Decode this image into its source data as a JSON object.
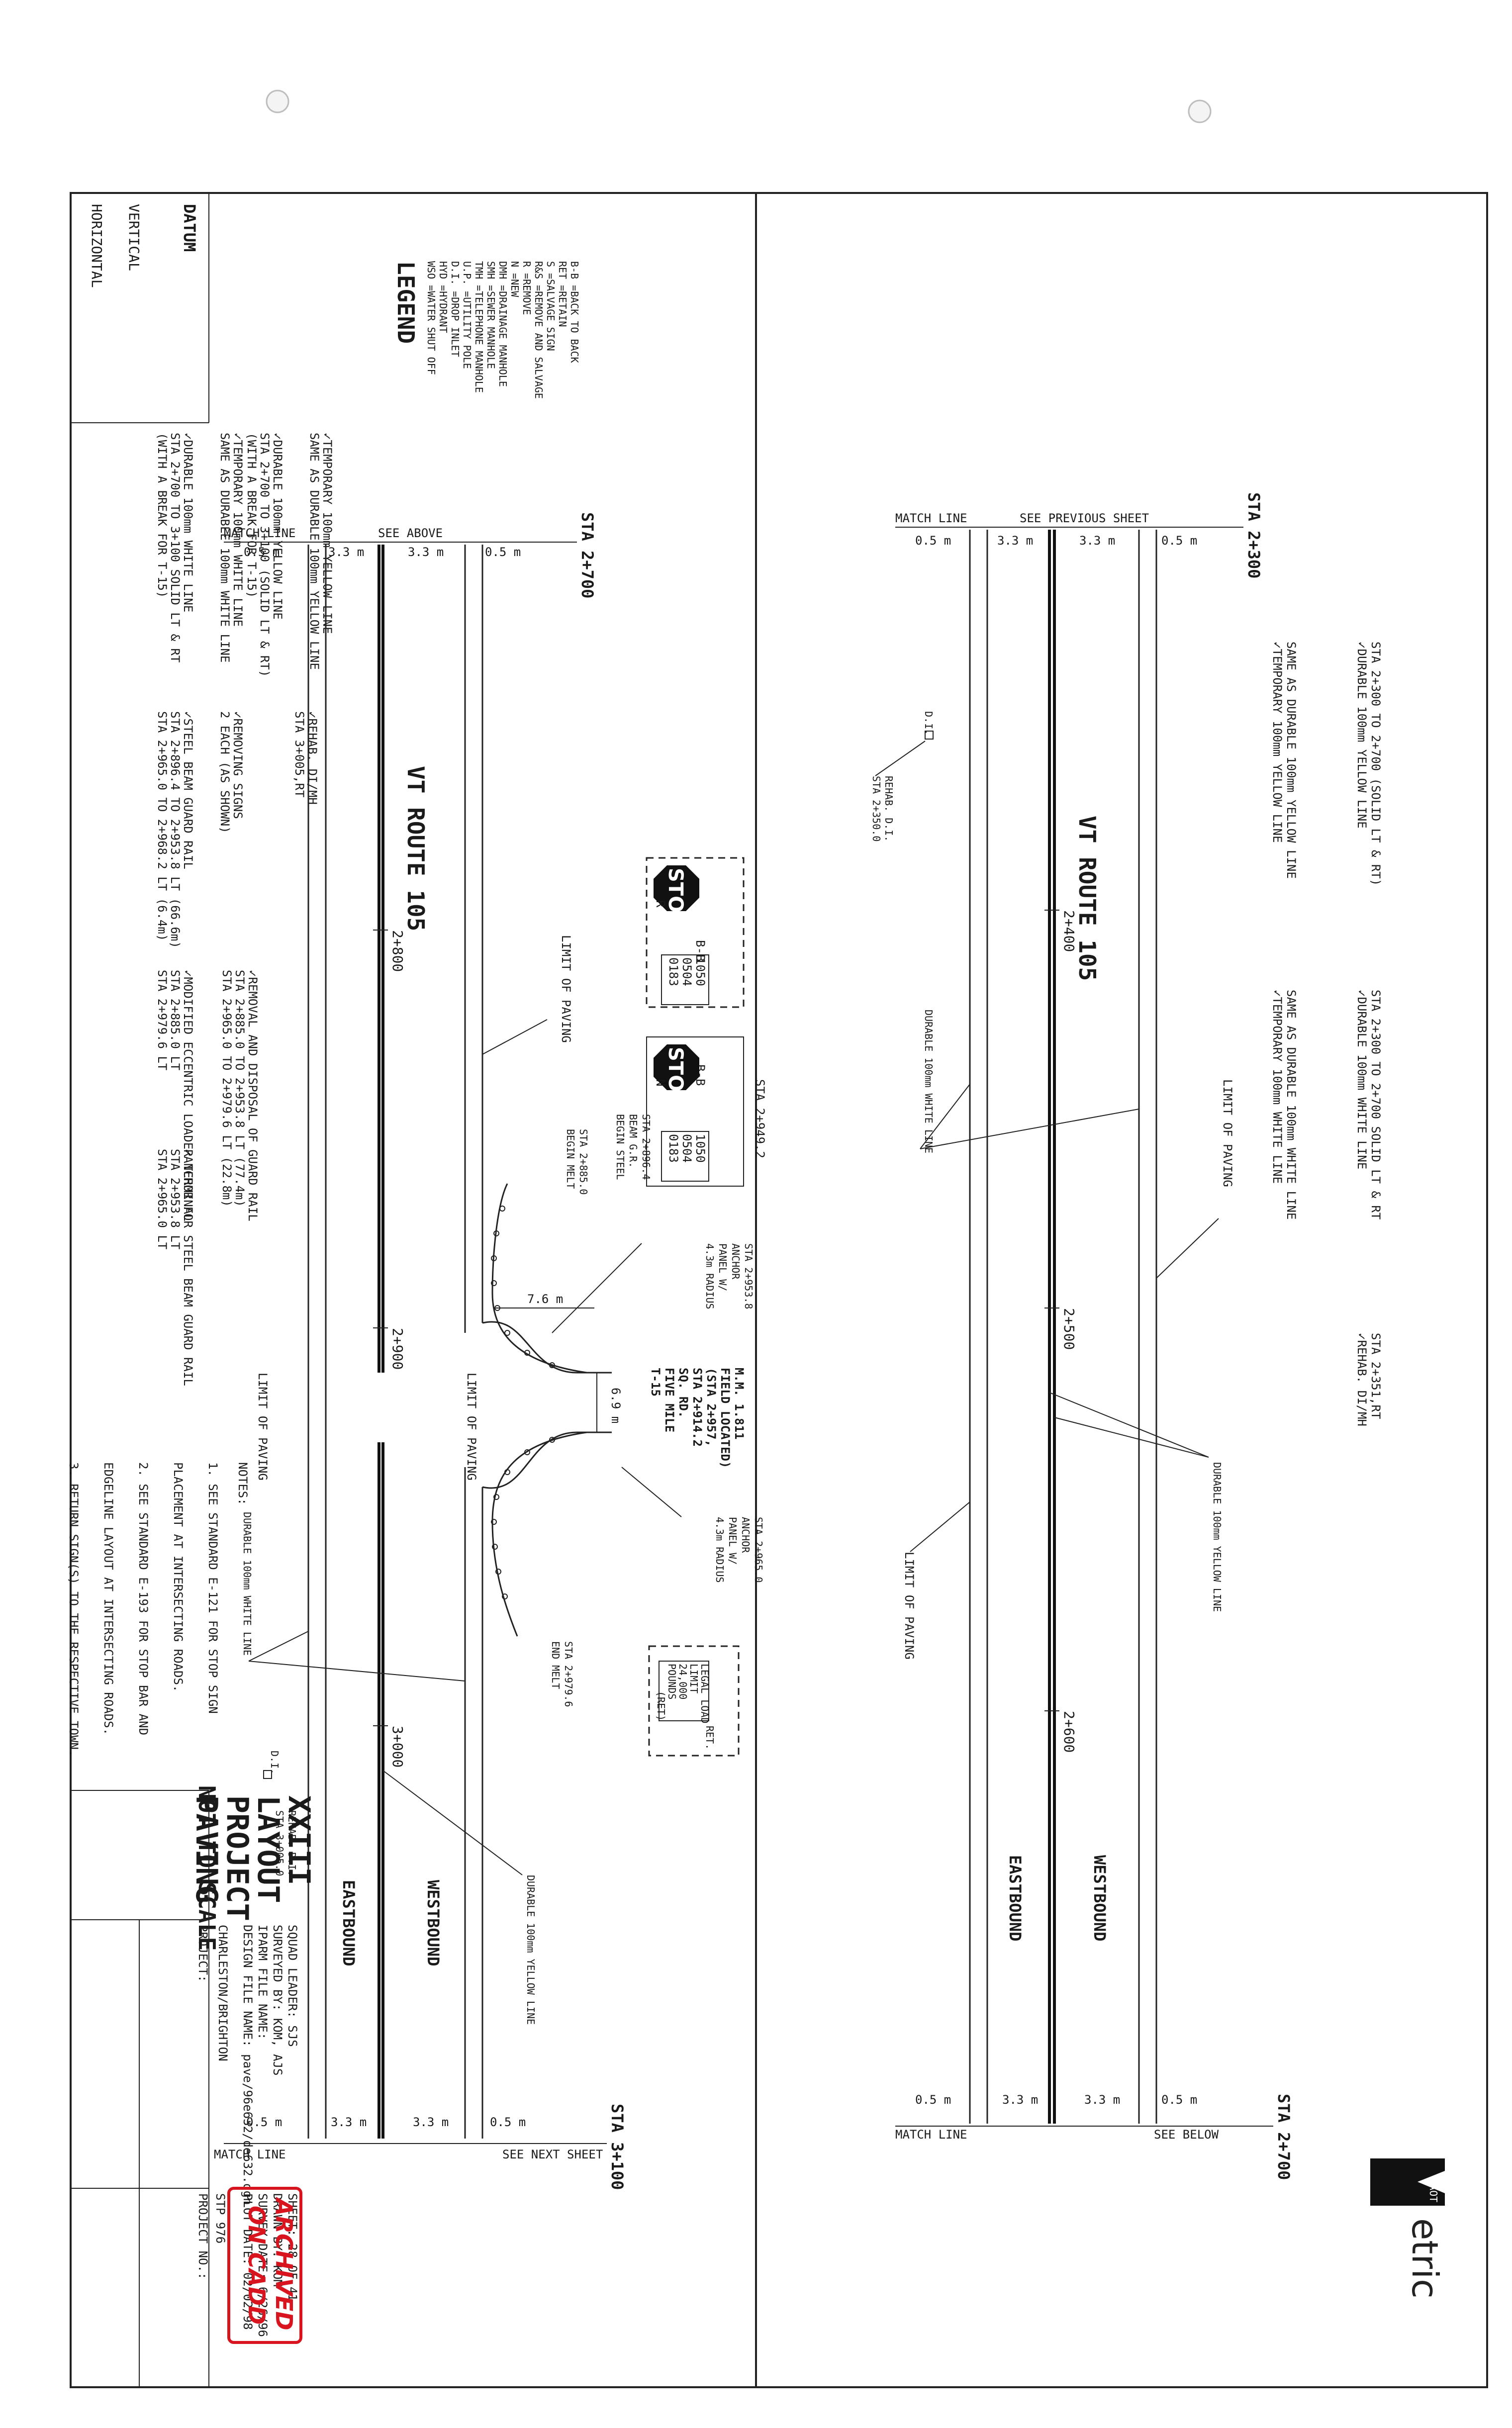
{
  "legend": {
    "title": "LEGEND",
    "items": [
      "WSO =WATER SHUT OFF",
      "HYD =HYDRANT",
      "D.I. =DROP INLET",
      "U.P. =UTILITY POLE",
      "TMH =TELEPHONE MANHOLE",
      "SMH =SEWER MANHOLE",
      "DMH =DRAINAGE MANHOLE",
      "N =NEW",
      "R =REMOVE",
      "R&S =REMOVE AND SALVAGE",
      "S =SALVAGE SIGN",
      "RET =RETAIN",
      "B-B =BACK TO BACK"
    ]
  },
  "datum": {
    "title": "DATUM",
    "vertical": "VERTICAL",
    "horizontal": "HORIZONTAL"
  },
  "upper_plan": {
    "sta_start": "STA 2+300",
    "sta_end": "STA 2+700",
    "match_line": "MATCH LINE",
    "see_previous": "SEE PREVIOUS SHEET",
    "see_below": "SEE BELOW",
    "route": "VT ROUTE 105",
    "eastbound": "EASTBOUND",
    "westbound": "WESTBOUND",
    "dims": [
      "0.5 m",
      "3.3 m",
      "3.3 m",
      "0.5 m"
    ],
    "stations": [
      "2+400",
      "2+500",
      "2+600"
    ],
    "notes": [
      {
        "title": "DURABLE 100mm YELLOW LINE",
        "line": "STA 2+300 TO 2+700 (SOLID LT & RT)"
      },
      {
        "title": "TEMPORARY 100mm YELLOW LINE",
        "line": "SAME AS DURABLE 100mm YELLOW LINE"
      },
      {
        "title": "DURABLE 100mm WHITE LINE",
        "line": "STA 2+300 TO 2+700 SOLID LT & RT"
      },
      {
        "title": "TEMPORARY 100mm WHITE LINE",
        "line": "SAME AS DURABLE 100mm WHITE LINE"
      },
      {
        "title": "REHAB. DI/MH",
        "line": "STA 2+351,RT"
      }
    ],
    "labels": {
      "di": "D.I.",
      "rehab": "REHAB. D.I.",
      "rehab_sta": "STA 2+350.0",
      "limit_paving": "LIMIT OF PAVING",
      "durable_white": "DURABLE 100mm WHITE LINE",
      "durable_yellow": "DURABLE 100mm YELLOW LINE"
    }
  },
  "lower_plan": {
    "sta_start": "STA 2+700",
    "sta_end": "STA 3+100",
    "match_line": "MATCH LINE",
    "see_above": "SEE ABOVE",
    "see_next": "SEE NEXT SHEET",
    "route": "VT ROUTE 105",
    "eastbound": "EASTBOUND",
    "westbound": "WESTBOUND",
    "dims": [
      "0.5 m",
      "3.3 m",
      "3.3 m",
      "0.5 m"
    ],
    "stations": [
      "2+800",
      "2+900",
      "3+000"
    ],
    "notes": [
      {
        "title": "DURABLE 100mm WHITE LINE",
        "lines": [
          "STA 2+700 TO 3+100 SOLID LT & RT",
          "(WITH A BREAK FOR T-15)"
        ]
      },
      {
        "title": "TEMPORARY 100mm WHITE LINE",
        "lines": [
          "SAME AS DURABLE 100mm WHITE LINE"
        ]
      },
      {
        "title": "DURABLE 100mm YELLOW LINE",
        "lines": [
          "STA 2+700 TO 3+100 (SOLID LT & RT)",
          "(WITH A BREAK FOR T-15)"
        ]
      },
      {
        "title": "TEMPORARY 100mm YELLOW LINE",
        "lines": [
          "SAME AS DURABLE 100mm YELLOW LINE"
        ]
      },
      {
        "title": "STEEL BEAM GUARD RAIL",
        "lines": [
          "STA 2+896.4 TO 2+953.8 LT (66.6m)",
          "STA 2+965.0 TO 2+968.2 LT (6.4m)"
        ]
      },
      {
        "title": "REMOVING SIGNS",
        "lines": [
          "2 EACH (AS SHOWN)"
        ]
      },
      {
        "title": "REHAB. DI/MH",
        "lines": [
          "STA 3+005,RT"
        ]
      },
      {
        "title": "MODIFIED ECCENTRIC LOADER TERMINAL",
        "lines": [
          "STA 2+885.0 LT",
          "STA 2+979.6 LT"
        ]
      },
      {
        "title": "REMOVAL AND DISPOSAL OF GUARD RAIL",
        "lines": [
          "STA 2+885.0 TO 2+953.8 LT (77.4m)",
          "STA 2+965.0 TO 2+979.6 LT (22.8m)"
        ]
      },
      {
        "title": "ANCHOR FOR STEEL BEAM GUARD RAIL",
        "lines": [
          "STA 2+953.8 LT",
          "STA 2+965.0 LT"
        ]
      }
    ],
    "general_notes": {
      "title": "NOTES:",
      "items": [
        "1. SEE STANDARD E-121 FOR STOP SIGN",
        "   PLACEMENT AT INTERSECTING ROADS.",
        "2. SEE STANDARD E-193 FOR STOP BAR AND",
        "   EDGELINE LAYOUT AT INTERSECTING ROADS.",
        "3. RETURN SIGN(S) TO THE RESPECTIVE TOWN."
      ]
    },
    "signs": {
      "sta": "STA 2+949.2",
      "bb": "B-B",
      "stop": "STOP",
      "r": "R",
      "n": "N",
      "plate_r": [
        "1050",
        "0504",
        "0183"
      ],
      "plate_n": [
        "1050",
        "0504",
        "0183"
      ],
      "legal_load": [
        "LEGAL LOAD",
        "LIMIT",
        "24,000",
        "POUNDS"
      ],
      "ret": "(RET)",
      "ret2": "RET."
    },
    "callouts": {
      "limit_paving": "LIMIT OF PAVING",
      "begin_steel": [
        "BEGIN STEEL",
        "BEAM G.R.",
        "STA 2+896.4"
      ],
      "begin_melt": [
        "BEGIN MELT",
        "STA 2+885.0"
      ],
      "radius_1": [
        "4.3m RADIUS",
        "PANEL W/",
        "ANCHOR",
        "STA 2+953.8"
      ],
      "radius_2": [
        "4.3m RADIUS",
        "PANEL W/",
        "ANCHOR",
        "STA 2+965.0"
      ],
      "dim_76": "7.6 m",
      "dim_69": "6.9 m",
      "t15": [
        "T-15",
        "FIVE MILE",
        "SQ. RD.",
        "STA 2+914.2",
        "(STA 2+957,",
        "FIELD LOCATED)",
        "M.M. 1.811"
      ],
      "end_melt": [
        "END MELT",
        "STA 2+979.6"
      ],
      "limit_paving_2": "LIMIT OF PAVING",
      "durable_white": "DURABLE 100mm WHITE LINE",
      "durable_yellow": "DURABLE 100mm YELLOW LINE",
      "di": "D.I.",
      "rehab": "REHAB. D.I.",
      "rehab_sta": "STA 3+005.0",
      "not_to_scale": "NOT TO SCALE"
    }
  },
  "title_block": {
    "title": [
      "PAVING",
      "PROJECT",
      "LAYOUT",
      "XXIII"
    ],
    "project_label": "PROJECT:",
    "project_name": "CHARLESTON/BRIGHTON",
    "design_file": "DESIGN FILE NAME: pave/96e632/de632.dgn",
    "ipark_file": "IPARM FILE NAME:",
    "surveyed": "SURVEYED BY: KOM, AJS",
    "squad": "SQUAD LEADER: SJS",
    "project_no_label": "PROJECT NO.:",
    "project_no": "STP 976",
    "plot_date": "PLOT DATE: 02/02/98",
    "survey_date": "SURVEY DATE: 6/26/96",
    "drawn_by": "DRAWN BY: KOM",
    "sheet": "SHEET: 28 OF 41"
  },
  "stamp": [
    "ARCHIVED",
    "ON CADD"
  ],
  "logo": {
    "brand": "etric",
    "agency": "VAOT"
  }
}
